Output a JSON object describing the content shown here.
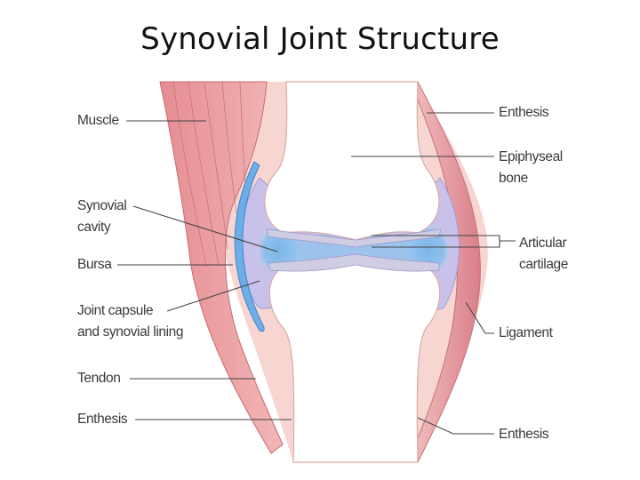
{
  "title": "Synovial Joint Structure",
  "labels": {
    "muscle": "Muscle",
    "synovial_cavity_1": "Synovial",
    "synovial_cavity_2": "cavity",
    "bursa": "Bursa",
    "joint_capsule_1": "Joint capsule",
    "joint_capsule_2": "and synovial lining",
    "tendon": "Tendon",
    "enthesis_bottom_left": "Enthesis",
    "enthesis_top_right": "Enthesis",
    "epiphyseal_1": "Epiphyseal",
    "epiphyseal_2": "bone",
    "articular_1": "Articular",
    "articular_2": "cartilage",
    "ligament": "Ligament",
    "enthesis_bottom_right": "Enthesis"
  },
  "colors": {
    "muscle": "#e9a0a3",
    "soft_tissue": "#f6d3cf",
    "bone": "#ffffff",
    "capsule": "#b9b3e0",
    "synovial_fluid": "#5aa9e6",
    "leader_line": "#444444"
  }
}
